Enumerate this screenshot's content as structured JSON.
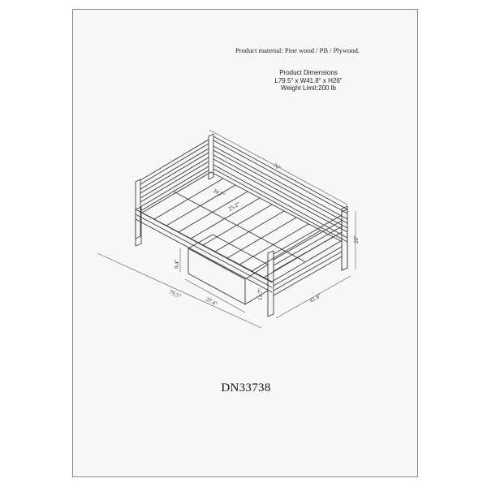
{
  "material": "Product material: Pine wood / PB / Plywood.",
  "spec": {
    "heading": "Product Dimensions",
    "dimensions": "L79.5\" x W41.8\" x H26\"",
    "weight": "Weight Limit:200 lb"
  },
  "dims": {
    "length_top": "76\"",
    "height": "26\"",
    "width": "41.8\"",
    "length": "79.5\"",
    "drawer_length": "37.4\"",
    "drawer_height": "9.4\"",
    "leg": "11.7\"",
    "inner_a": "34.7\"",
    "inner_b": "25.2\""
  },
  "model": "DN33738",
  "colors": {
    "line": "#3a3a3a",
    "sheet": "#f7f8f7"
  }
}
